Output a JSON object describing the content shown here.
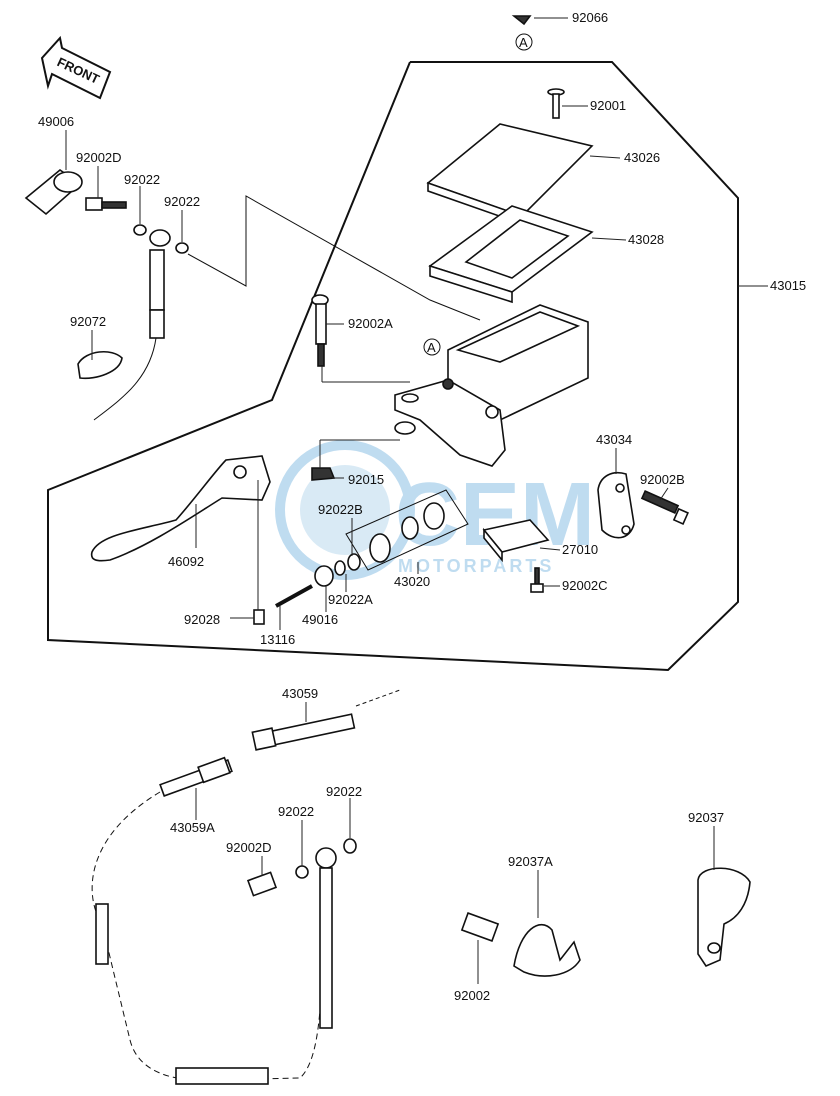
{
  "front_label": "FRONT",
  "circle_marker": "A",
  "watermark": {
    "brand": "CEM",
    "sub": "MOTORPARTS",
    "color": "#b9d9ef"
  },
  "part_labels": {
    "p92066": "92066",
    "p92001": "92001",
    "p43026": "43026",
    "p43028": "43028",
    "p43015": "43015",
    "p49006": "49006",
    "p92002D_top": "92002D",
    "p92022_a": "92022",
    "p92022_b": "92022",
    "p92072": "92072",
    "p92002A": "92002A",
    "p43034": "43034",
    "p92002B": "92002B",
    "p92015": "92015",
    "p92022B": "92022B",
    "p46092": "46092",
    "p43020": "43020",
    "p27010": "27010",
    "p92002C": "92002C",
    "p92022A": "92022A",
    "p92028": "92028",
    "p49016": "49016",
    "p13116": "13116",
    "p43059": "43059",
    "p43059A": "43059A",
    "p92022_c": "92022",
    "p92022_d": "92022",
    "p92002D_bot": "92002D",
    "p92037": "92037",
    "p92037A": "92037A",
    "p92002": "92002"
  }
}
